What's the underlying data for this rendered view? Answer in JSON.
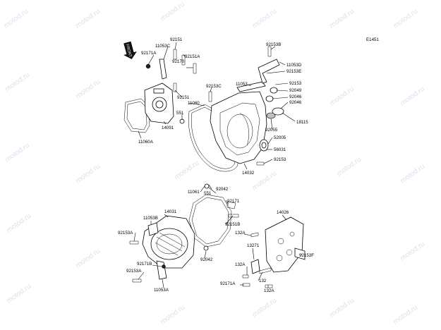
{
  "diagram_code": "E1451",
  "front_arrow_label": "FRONT",
  "watermark_text": "motod.ru",
  "parts": [
    {
      "id": "p92151a",
      "label": "92151"
    },
    {
      "id": "p11053c",
      "label": "11053C"
    },
    {
      "id": "p92171a1",
      "label": "92171A"
    },
    {
      "id": "p92151A",
      "label": "92151A"
    },
    {
      "id": "p92170",
      "label": "92170"
    },
    {
      "id": "p92151b",
      "label": "92151"
    },
    {
      "id": "p11060",
      "label": "11060"
    },
    {
      "id": "p551a",
      "label": "551"
    },
    {
      "id": "p14091",
      "label": "14091"
    },
    {
      "id": "p11060A",
      "label": "11060A"
    },
    {
      "id": "p92153b",
      "label": "92153B"
    },
    {
      "id": "p11053d",
      "label": "11053D"
    },
    {
      "id": "p92153e",
      "label": "92153E"
    },
    {
      "id": "p92153c",
      "label": "92153C"
    },
    {
      "id": "p11053",
      "label": "11053"
    },
    {
      "id": "p92153a1",
      "label": "92153"
    },
    {
      "id": "p92049",
      "label": "92049"
    },
    {
      "id": "p92046a",
      "label": "92046"
    },
    {
      "id": "p92046b",
      "label": "92046"
    },
    {
      "id": "p18115",
      "label": "18115"
    },
    {
      "id": "p92055",
      "label": "92055"
    },
    {
      "id": "p52005",
      "label": "52005"
    },
    {
      "id": "p56031",
      "label": "56031"
    },
    {
      "id": "p92153a2",
      "label": "92153"
    },
    {
      "id": "p14032",
      "label": "14032"
    },
    {
      "id": "p11061",
      "label": "11061"
    },
    {
      "id": "p92042a",
      "label": "92042"
    },
    {
      "id": "p551b",
      "label": "551"
    },
    {
      "id": "p92171",
      "label": "92171"
    },
    {
      "id": "p92151b2",
      "label": "92151B"
    },
    {
      "id": "p14031",
      "label": "14031"
    },
    {
      "id": "p11053b",
      "label": "11053B"
    },
    {
      "id": "p92153A1",
      "label": "92153A"
    },
    {
      "id": "p92042b",
      "label": "92042"
    },
    {
      "id": "p92171b",
      "label": "92171B"
    },
    {
      "id": "p92153A2",
      "label": "92153A"
    },
    {
      "id": "p11053a",
      "label": "11053A"
    },
    {
      "id": "p14026",
      "label": "14026"
    },
    {
      "id": "p132a1",
      "label": "132A"
    },
    {
      "id": "p13271",
      "label": "13271"
    },
    {
      "id": "p92153f",
      "label": "92153F"
    },
    {
      "id": "p132a2",
      "label": "132A"
    },
    {
      "id": "p132",
      "label": "132"
    },
    {
      "id": "p92171a2",
      "label": "92171A"
    },
    {
      "id": "p132a3",
      "label": "132A"
    }
  ]
}
